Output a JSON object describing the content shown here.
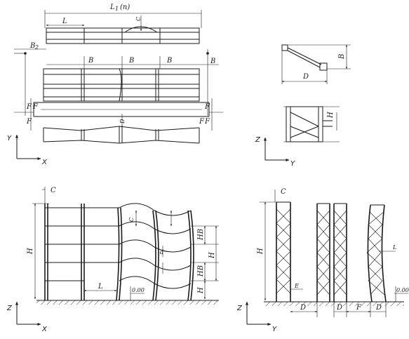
{
  "labels": {
    "top_length": "L",
    "top_length_sub": "1",
    "top_length_n": "(n)",
    "span": "L",
    "c_top": "C",
    "b_left": "B",
    "b_left_sub": "2",
    "b1": "B",
    "b2": "B",
    "b3": "B",
    "b_right": "B",
    "f_left_1": "F",
    "f_left_2": "F",
    "f_left_3": "F",
    "f_right_1": "F",
    "f_right_2": "F",
    "f_right_3": "F",
    "d_mid": "D",
    "b_detail": "B",
    "d_detail": "D",
    "h_detail": "H",
    "c_front": "C",
    "h_front": "H",
    "c_bay": "C",
    "hb1": "HB",
    "h_mid": "H",
    "hb2": "HB",
    "hb_bottom": "H",
    "l_front": "L",
    "d_small": "d",
    "level_front": "0.00",
    "c_side": "C",
    "h_side": "H",
    "e_side": "E",
    "d_side_1": "D",
    "d_side_2": "D",
    "f_side": "F",
    "d_side_3": "D",
    "l_side": "L",
    "level_side": "0.00"
  },
  "axes": {
    "top_view": {
      "vertical": "Y",
      "horizontal": "X"
    },
    "detail_view": {
      "vertical": "Z",
      "horizontal": "Y"
    },
    "front_view": {
      "vertical": "Z",
      "horizontal": "X"
    },
    "side_view": {
      "vertical": "Z",
      "horizontal": "Y"
    }
  }
}
